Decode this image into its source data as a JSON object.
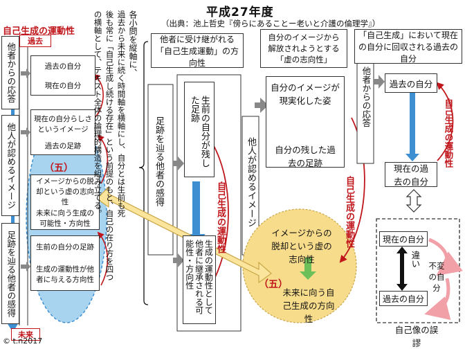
{
  "header": {
    "title": "平成27年度",
    "source": "（出典：池上哲史『傍らにあることー老いと介護の倫理学』）"
  },
  "copyright": "© t.n2017",
  "left_panel": {
    "title": "自己生成の運動性",
    "past_label": "過去",
    "future_label": "未来",
    "side_other_response": "他者からの応答",
    "side_other_recognize": "他人が認めるイメージ",
    "side_trace_other": "足跡を辿る他者の感得",
    "item_past_self": "過去の自分",
    "item_present_self": "現在の自分",
    "item_likeness_image": "現在の自分らしさというイメージ",
    "item_past_trace": "過去の足跡",
    "five_label": "（五）",
    "item_escape_image": "イメージからの脱却という虚の志向性",
    "item_future_possibility": "未来に向う生成の可能性・方向性",
    "item_life_trace": "生前の自分の足跡",
    "item_generation_direction": "生成の運動性が他者に与える方向性"
  },
  "explanation": {
    "column1": "各小問を縦軸に、",
    "column2": "過去から未来に続く時間軸を横軸にし、自分とは生前も死",
    "column3": "後も常に「自己生成し続ける存在」という前提のもと、自己の在り方を四つ",
    "column4": "の横軸として、テキスト全体の論理的構造を組み立てる。"
  },
  "col_a": {
    "header": "他者に受け継がれる「自己生成運動」の方向性",
    "side_label": "足跡を辿る他者の感得",
    "box_top": "生前の自分が残した足跡",
    "box_bottom": "生成の運動性として他者に継承される可能性・方向性",
    "red_label": "自己生成の運動性"
  },
  "col_b": {
    "header": "自分のイメージから解放されようとする「虚の志向性」",
    "side_label": "他人が認めるイメージ",
    "box_top": "自分のイメージが現実化した姿",
    "box_top_sub": "自分の残した過去の足跡",
    "red_label": "自己生成の運動性",
    "circle_five": "（五）",
    "circle_top": "イメージからの脱却という虚の志向性",
    "circle_bottom": "未来に向う自己生成の方向性"
  },
  "col_c": {
    "header": "「自己生成」において現在の自分に回収される過去の自分",
    "side_label": "他者からの応答",
    "box_top": "過去の自分",
    "box_bottom": "現在の過去の自分",
    "red_label": "自己生成の運動性"
  },
  "self_image": {
    "present": "現在の自分",
    "past": "過去の自分",
    "difference": "違い",
    "unchanged": "不変の自分",
    "caption": "自己像の誤謬"
  },
  "colors": {
    "accent_red": "#c0161b",
    "blue_arrow": "#3d8fd1",
    "ellipse_blue": "#a8d4ef",
    "circle_yellow": "#f7dc8b",
    "green_arrow": "#6dbf5a",
    "pink_arrow": "#f2a0a8"
  }
}
